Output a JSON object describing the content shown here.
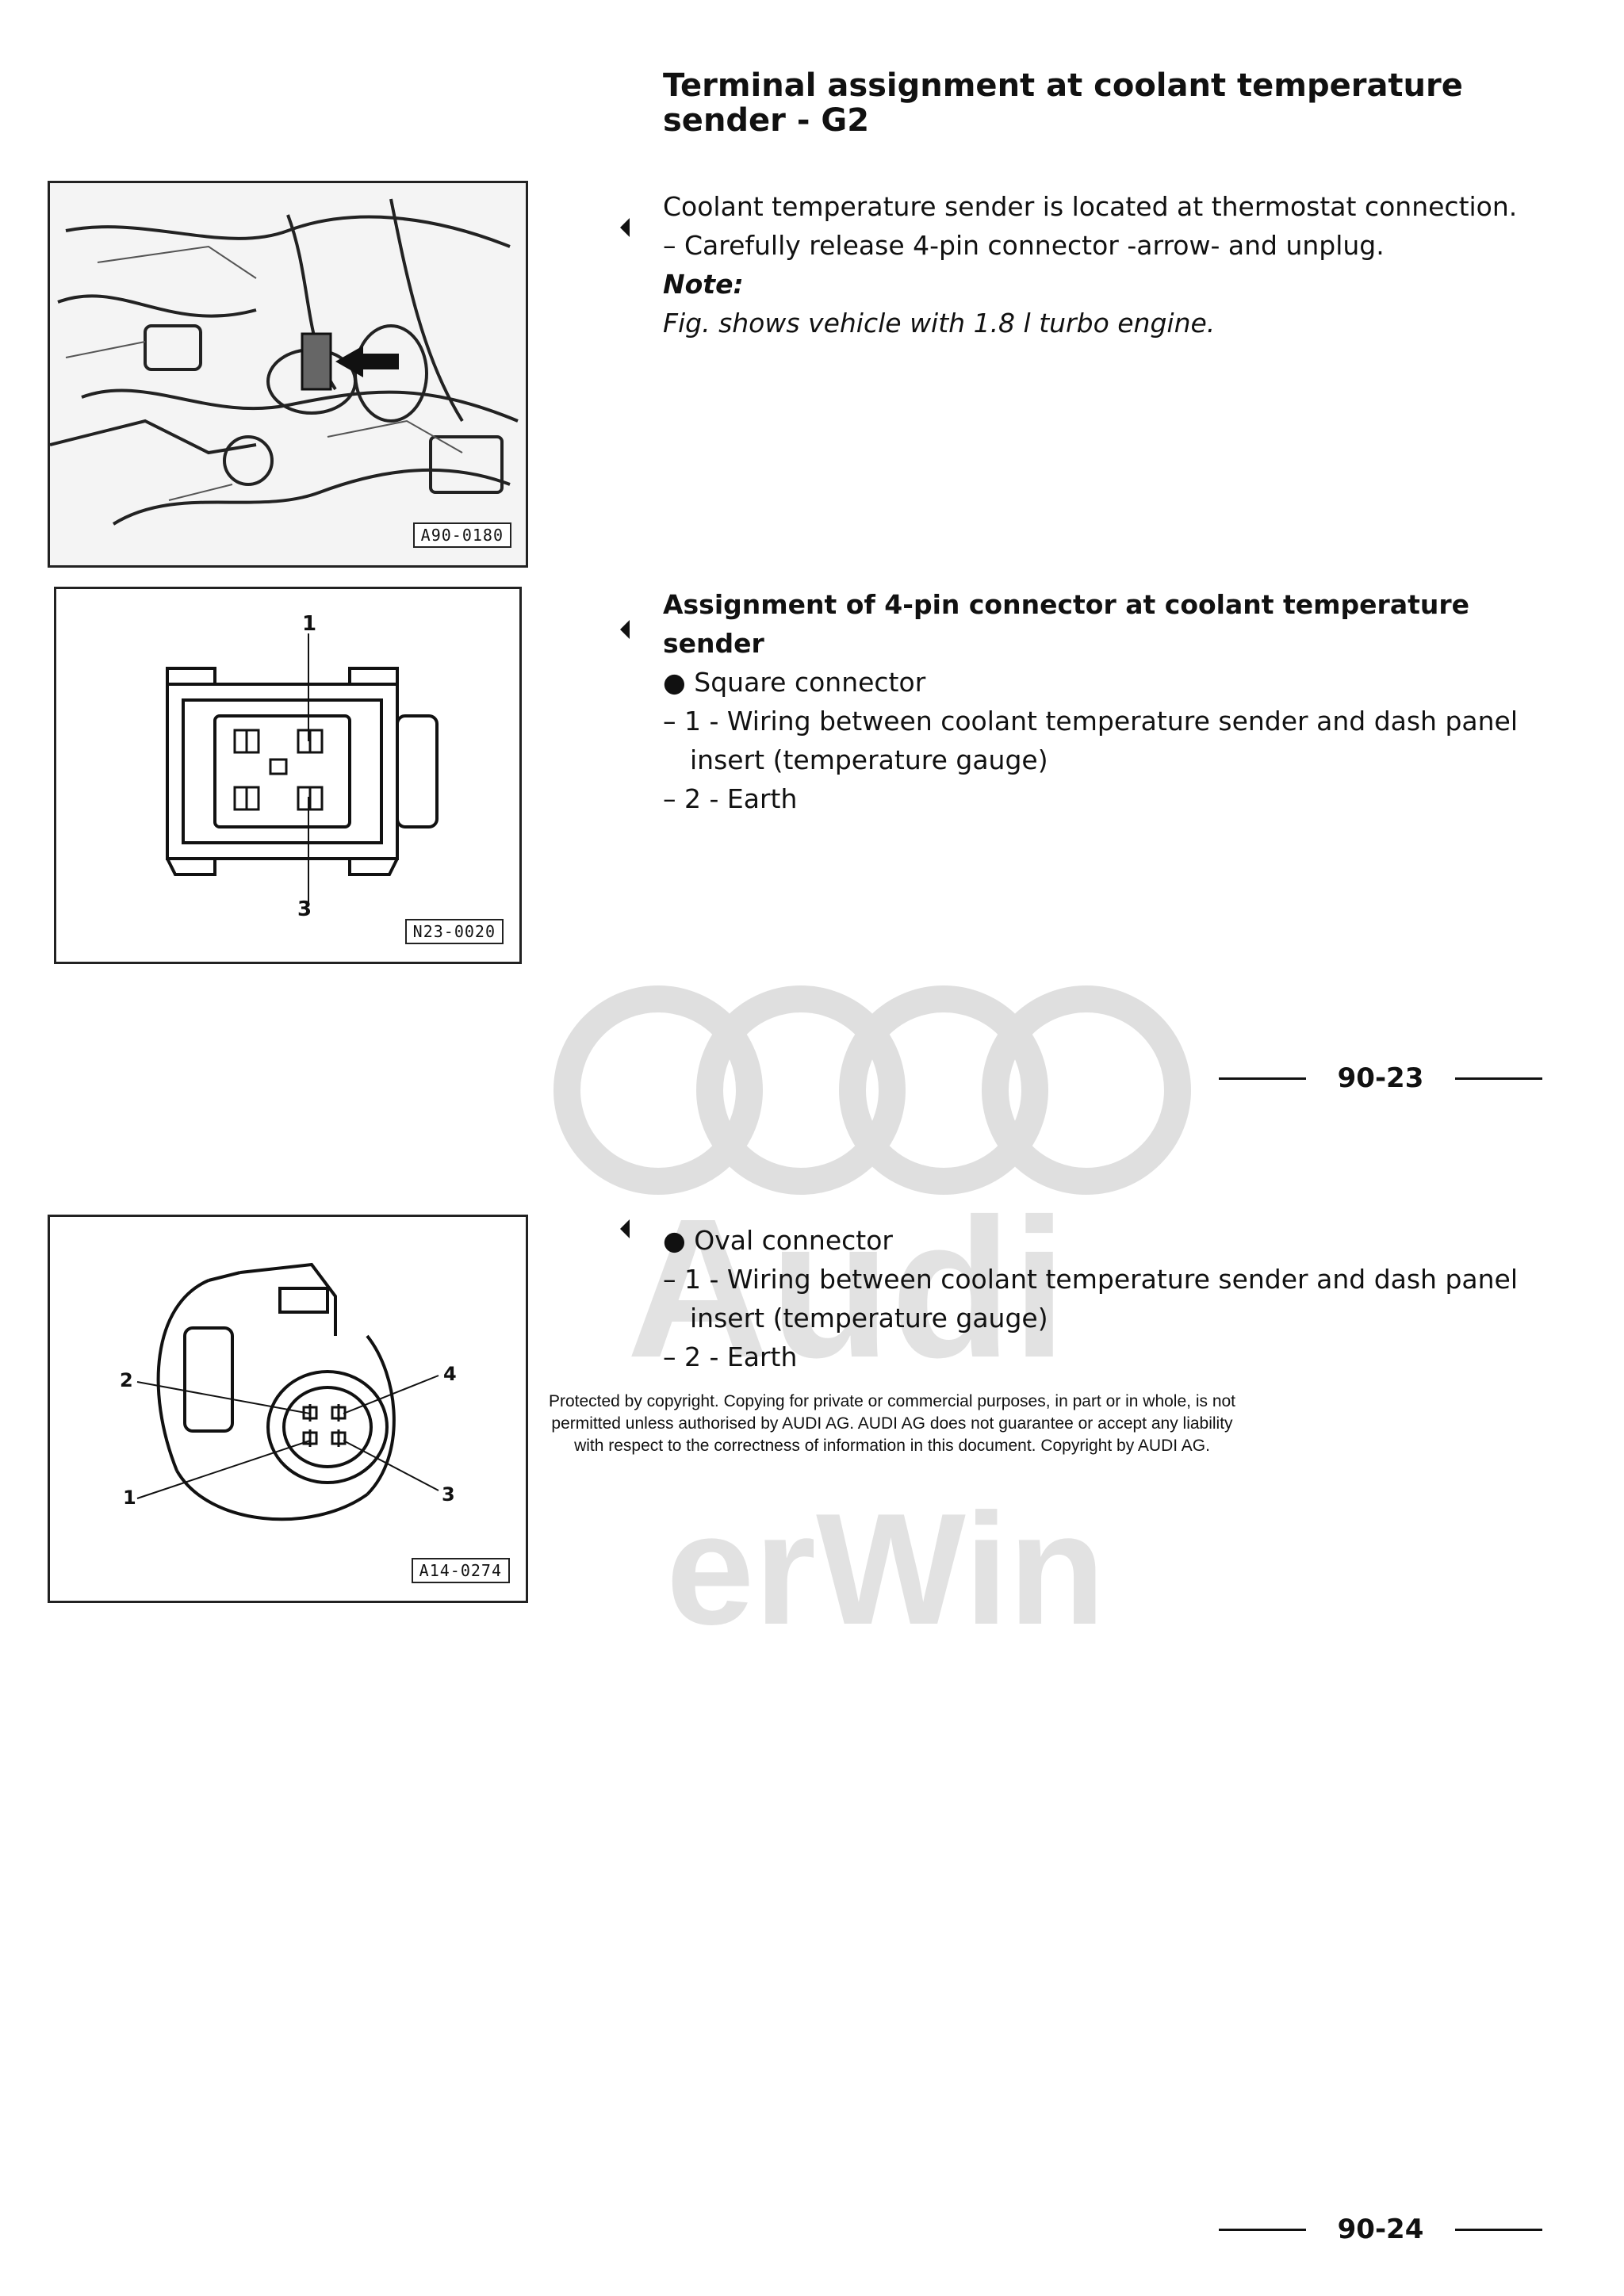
{
  "section1": {
    "title": "Terminal assignment at coolant temperature sender - G2",
    "line1": "Coolant temperature sender is located at thermostat connection.",
    "line2": "– Carefully release 4-pin connector -arrow- and unplug.",
    "note_label": "Note:",
    "note_text": "Fig. shows vehicle with 1.8 l turbo engine.",
    "figure_label": "A90-0180"
  },
  "section2": {
    "heading": "Assignment of 4-pin connector at coolant temperature sender",
    "bullet": "● Square connector",
    "item1": "– 1 - Wiring between coolant temperature sender and dash panel insert (temperature gauge)",
    "item2": "– 2 - Earth",
    "figure_label": "N23-0020",
    "callout_1": "1",
    "callout_3": "3"
  },
  "page1_number": "90-23",
  "section3": {
    "bullet": "● Oval connector",
    "item1": "– 1 - Wiring between coolant temperature sender and dash panel insert (temperature gauge)",
    "item2": "– 2 - Earth",
    "figure_label": "A14-0274",
    "callout_1": "1",
    "callout_2": "2",
    "callout_3": "3",
    "callout_4": "4"
  },
  "copyright": {
    "line1": "Protected by copyright. Copying for private or commercial purposes, in part or in whole, is not",
    "line2": "permitted unless authorised by AUDI AG. AUDI AG does not guarantee or accept any liability",
    "line3": "with respect to the correctness of information in this document. Copyright by AUDI AG."
  },
  "watermark": {
    "brand": "Audi",
    "site": "erWin"
  },
  "page2_number": "90-24"
}
